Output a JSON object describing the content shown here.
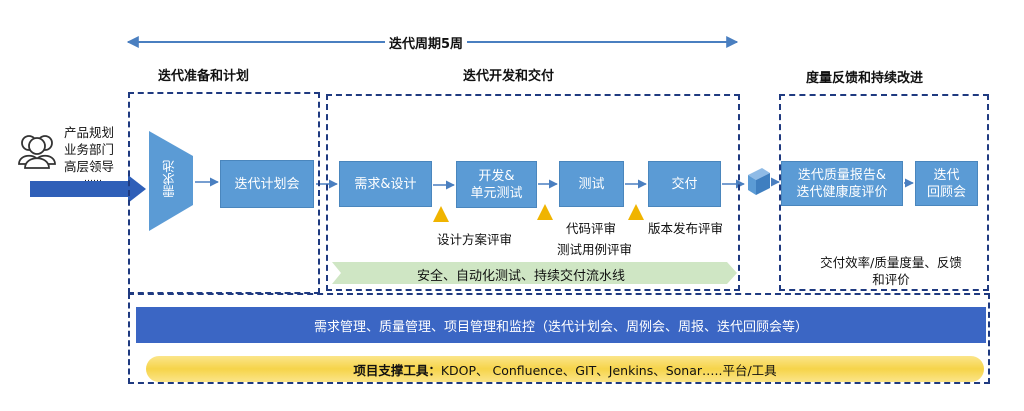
{
  "cycle_label": "迭代周期5周",
  "sections": {
    "prep": "迭代准备和计划",
    "dev": "迭代开发和交付",
    "feedback": "度量反馈和持续改进"
  },
  "stakeholders": [
    "产品规划",
    "业务部门",
    "高层领导",
    "……"
  ],
  "pool_label": "需求池",
  "steps": {
    "plan": "迭代计划会",
    "req_design": "需求&设计",
    "dev_test": "开发&\n单元测试",
    "test": "测试",
    "deliver": "交付",
    "quality_report": "迭代质量报告&\n迭代健康度评价",
    "retro": "迭代\n回顾会"
  },
  "reviews": {
    "design": "设计方案评审",
    "code": "代码评审",
    "testcase": "测试用例评审",
    "release": "版本发布评审"
  },
  "pipeline": "安全、自动化测试、持续交付流水线",
  "metrics_note": "交付效率/质量度量、反馈\n和评价",
  "management_bar": "需求管理、质量管理、项目管理和监控（迭代计划会、周例会、周报、迭代回顾会等）",
  "tools": {
    "label": "项目支撑工具：",
    "items": "KDOP、 Confluence、GIT、Jenkins、Sonar…..平台/工具"
  },
  "colors": {
    "box": "#5b9bd5",
    "arrow": "#4a7fc0",
    "dashed_border": "#1f3a80",
    "management_bar": "#3b66c4",
    "pipeline": "#cfe6c4",
    "tools_bar": "#f6d44a",
    "triangle": "#f0b400",
    "container": "#5b9bd5"
  },
  "icons": [
    "people-icon",
    "arrow-right-icon",
    "triangle-marker-icon",
    "container-cube-icon"
  ]
}
